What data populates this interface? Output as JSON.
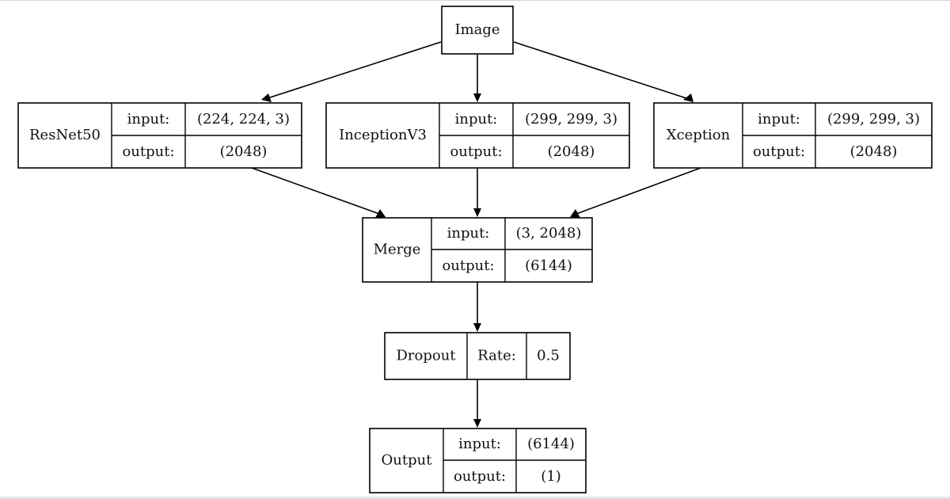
{
  "nodes": {
    "image": {
      "title": "Image"
    },
    "resnet50": {
      "title": "ResNet50",
      "input_label": "input:",
      "input_value": "(224, 224, 3)",
      "output_label": "output:",
      "output_value": "(2048)"
    },
    "inceptionv3": {
      "title": "InceptionV3",
      "input_label": "input:",
      "input_value": "(299, 299, 3)",
      "output_label": "output:",
      "output_value": "(2048)"
    },
    "xception": {
      "title": "Xception",
      "input_label": "input:",
      "input_value": "(299, 299, 3)",
      "output_label": "output:",
      "output_value": "(2048)"
    },
    "merge": {
      "title": "Merge",
      "input_label": "input:",
      "input_value": "(3, 2048)",
      "output_label": "output:",
      "output_value": "(6144)"
    },
    "dropout": {
      "title": "Dropout",
      "rate_label": "Rate:",
      "rate_value": "0.5"
    },
    "output": {
      "title": "Output",
      "input_label": "input:",
      "input_value": "(6144)",
      "output_label": "output:",
      "output_value": "(1)"
    }
  }
}
